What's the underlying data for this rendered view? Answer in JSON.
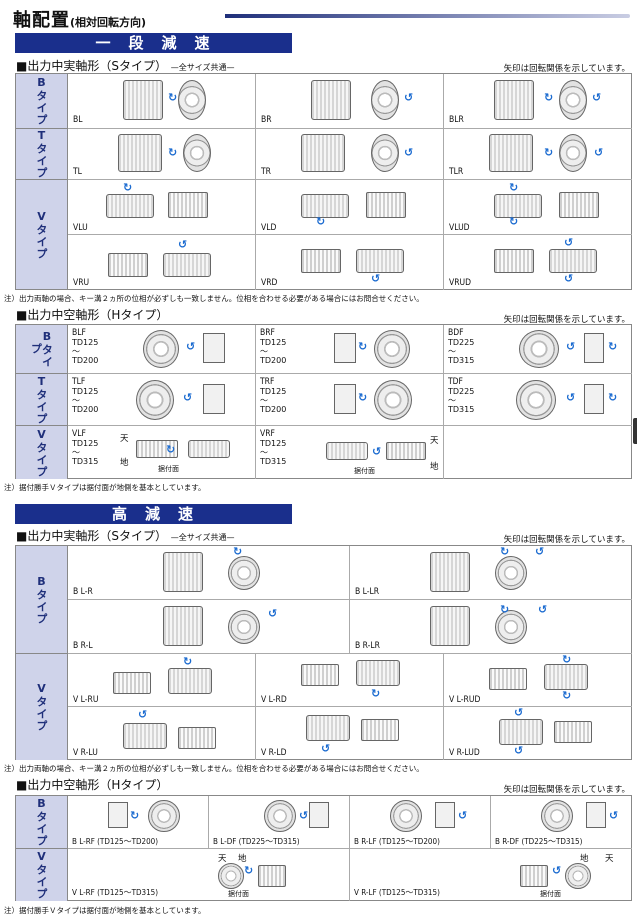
{
  "header": {
    "title": "軸配置",
    "subtitle": "(相対回転方向)"
  },
  "sections": {
    "single": {
      "banner": "一段減速"
    },
    "high": {
      "banner": "高減速"
    }
  },
  "arrow_note": "矢印は回転関係を示しています。",
  "s1": {
    "heading": "■出力中実軸形（Sタイプ）",
    "common": "—全サイズ共通—",
    "types": [
      "Bタイプ",
      "Tタイプ",
      "Vタイプ"
    ],
    "labels": [
      "BL",
      "BR",
      "BLR",
      "TL",
      "TR",
      "TLR",
      "VLU",
      "VLD",
      "VLUD",
      "VRU",
      "VRD",
      "VRUD"
    ],
    "note": "注）出力両軸の場合、キー溝２ヵ所の位相が必ずしも一致しません。位相を合わせる必要がある場合にはお問合せください。"
  },
  "s2": {
    "heading": "■出力中空軸形（Hタイプ）",
    "types": [
      "Bタイプ",
      "Tタイプ",
      "Vタイプ"
    ],
    "cells": [
      {
        "name": "BLF",
        "range": "TD125\n〜\nTD200"
      },
      {
        "name": "BRF",
        "range": "TD125\n〜\nTD200"
      },
      {
        "name": "BDF",
        "range": "TD225\n〜\nTD315"
      },
      {
        "name": "TLF",
        "range": "TD125\n〜\nTD200"
      },
      {
        "name": "TRF",
        "range": "TD125\n〜\nTD200"
      },
      {
        "name": "TDF",
        "range": "TD225\n〜\nTD315"
      },
      {
        "name": "VLF",
        "range": "TD125\n〜\nTD315"
      },
      {
        "name": "VRF",
        "range": "TD125\n〜\nTD315"
      }
    ],
    "ten": "天",
    "chi": "地",
    "mount": "据付面",
    "note": "注）据付勝手Ｖタイプは据付面が地側を基本としています。"
  },
  "s3": {
    "heading": "■出力中実軸形（Sタイプ）",
    "common": "—全サイズ共通—",
    "types": [
      "Bタイプ",
      "Vタイプ"
    ],
    "labels": [
      "B L-R",
      "B L-LR",
      "B R-L",
      "B R-LR",
      "V L-RU",
      "V L-RD",
      "V L-RUD",
      "V R-LU",
      "V R-LD",
      "V R-LUD"
    ],
    "note": "注）出力両軸の場合、キー溝２ヵ所の位相が必ずしも一致しません。位相を合わせる必要がある場合にはお問合せください。"
  },
  "s4": {
    "heading": "■出力中空軸形（Hタイプ）",
    "types": [
      "Bタイプ",
      "Vタイプ"
    ],
    "labels": [
      "B L-RF (TD125〜TD200)",
      "B L-DF (TD225〜TD315)",
      "B R-LF (TD125〜TD200)",
      "B R-DF (TD225〜TD315)",
      "V L-RF (TD125〜TD315)",
      "V R-LF (TD125〜TD315)"
    ],
    "ten": "天",
    "chi": "地",
    "mount": "据付面",
    "note": "注）据付勝手Ｖタイプは据付面が地側を基本としています。"
  },
  "colors": {
    "banner": "#1a2f8c",
    "type_bg": "#cfd3ea",
    "type_text": "#1f2f7a",
    "arrow": "#1b6bd0"
  }
}
